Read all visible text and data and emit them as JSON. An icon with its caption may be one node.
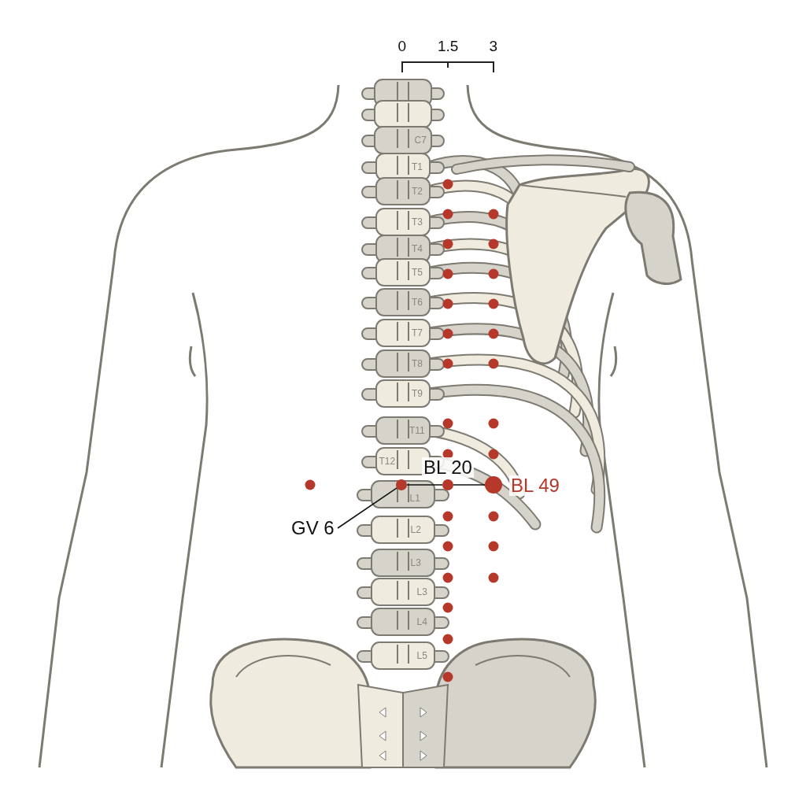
{
  "diagram": {
    "nodes": [
      {
        "text": [
          "GV 6"
        ]
      },
      {
        "text": [],
        "shape": "circle"
      },
      {
        "text": [],
        "shape": "circle",
        "beside": [
          "BL 20"
        ]
      },
      {
        "text": [],
        "shape": "circle",
        "beside": [
          "BL 49"
        ]
      }
    ],
    "edges": [
      {
        "from": 0,
        "to": 1,
        "arrow": "none"
      },
      {
        "from": 1,
        "to": 2,
        "arrow": "none"
      },
      {
        "from": 2,
        "to": 3,
        "arrow": "none"
      }
    ],
    "labels": [
      "0",
      "1.5",
      "3",
      "C7",
      "T1",
      "T2",
      "T3",
      "T4",
      "T5",
      "T6",
      "T7",
      "T8",
      "T9",
      "T11",
      "T12",
      "L1",
      "L2",
      "L3",
      "L3",
      "L4",
      "L5"
    ]
  }
}
